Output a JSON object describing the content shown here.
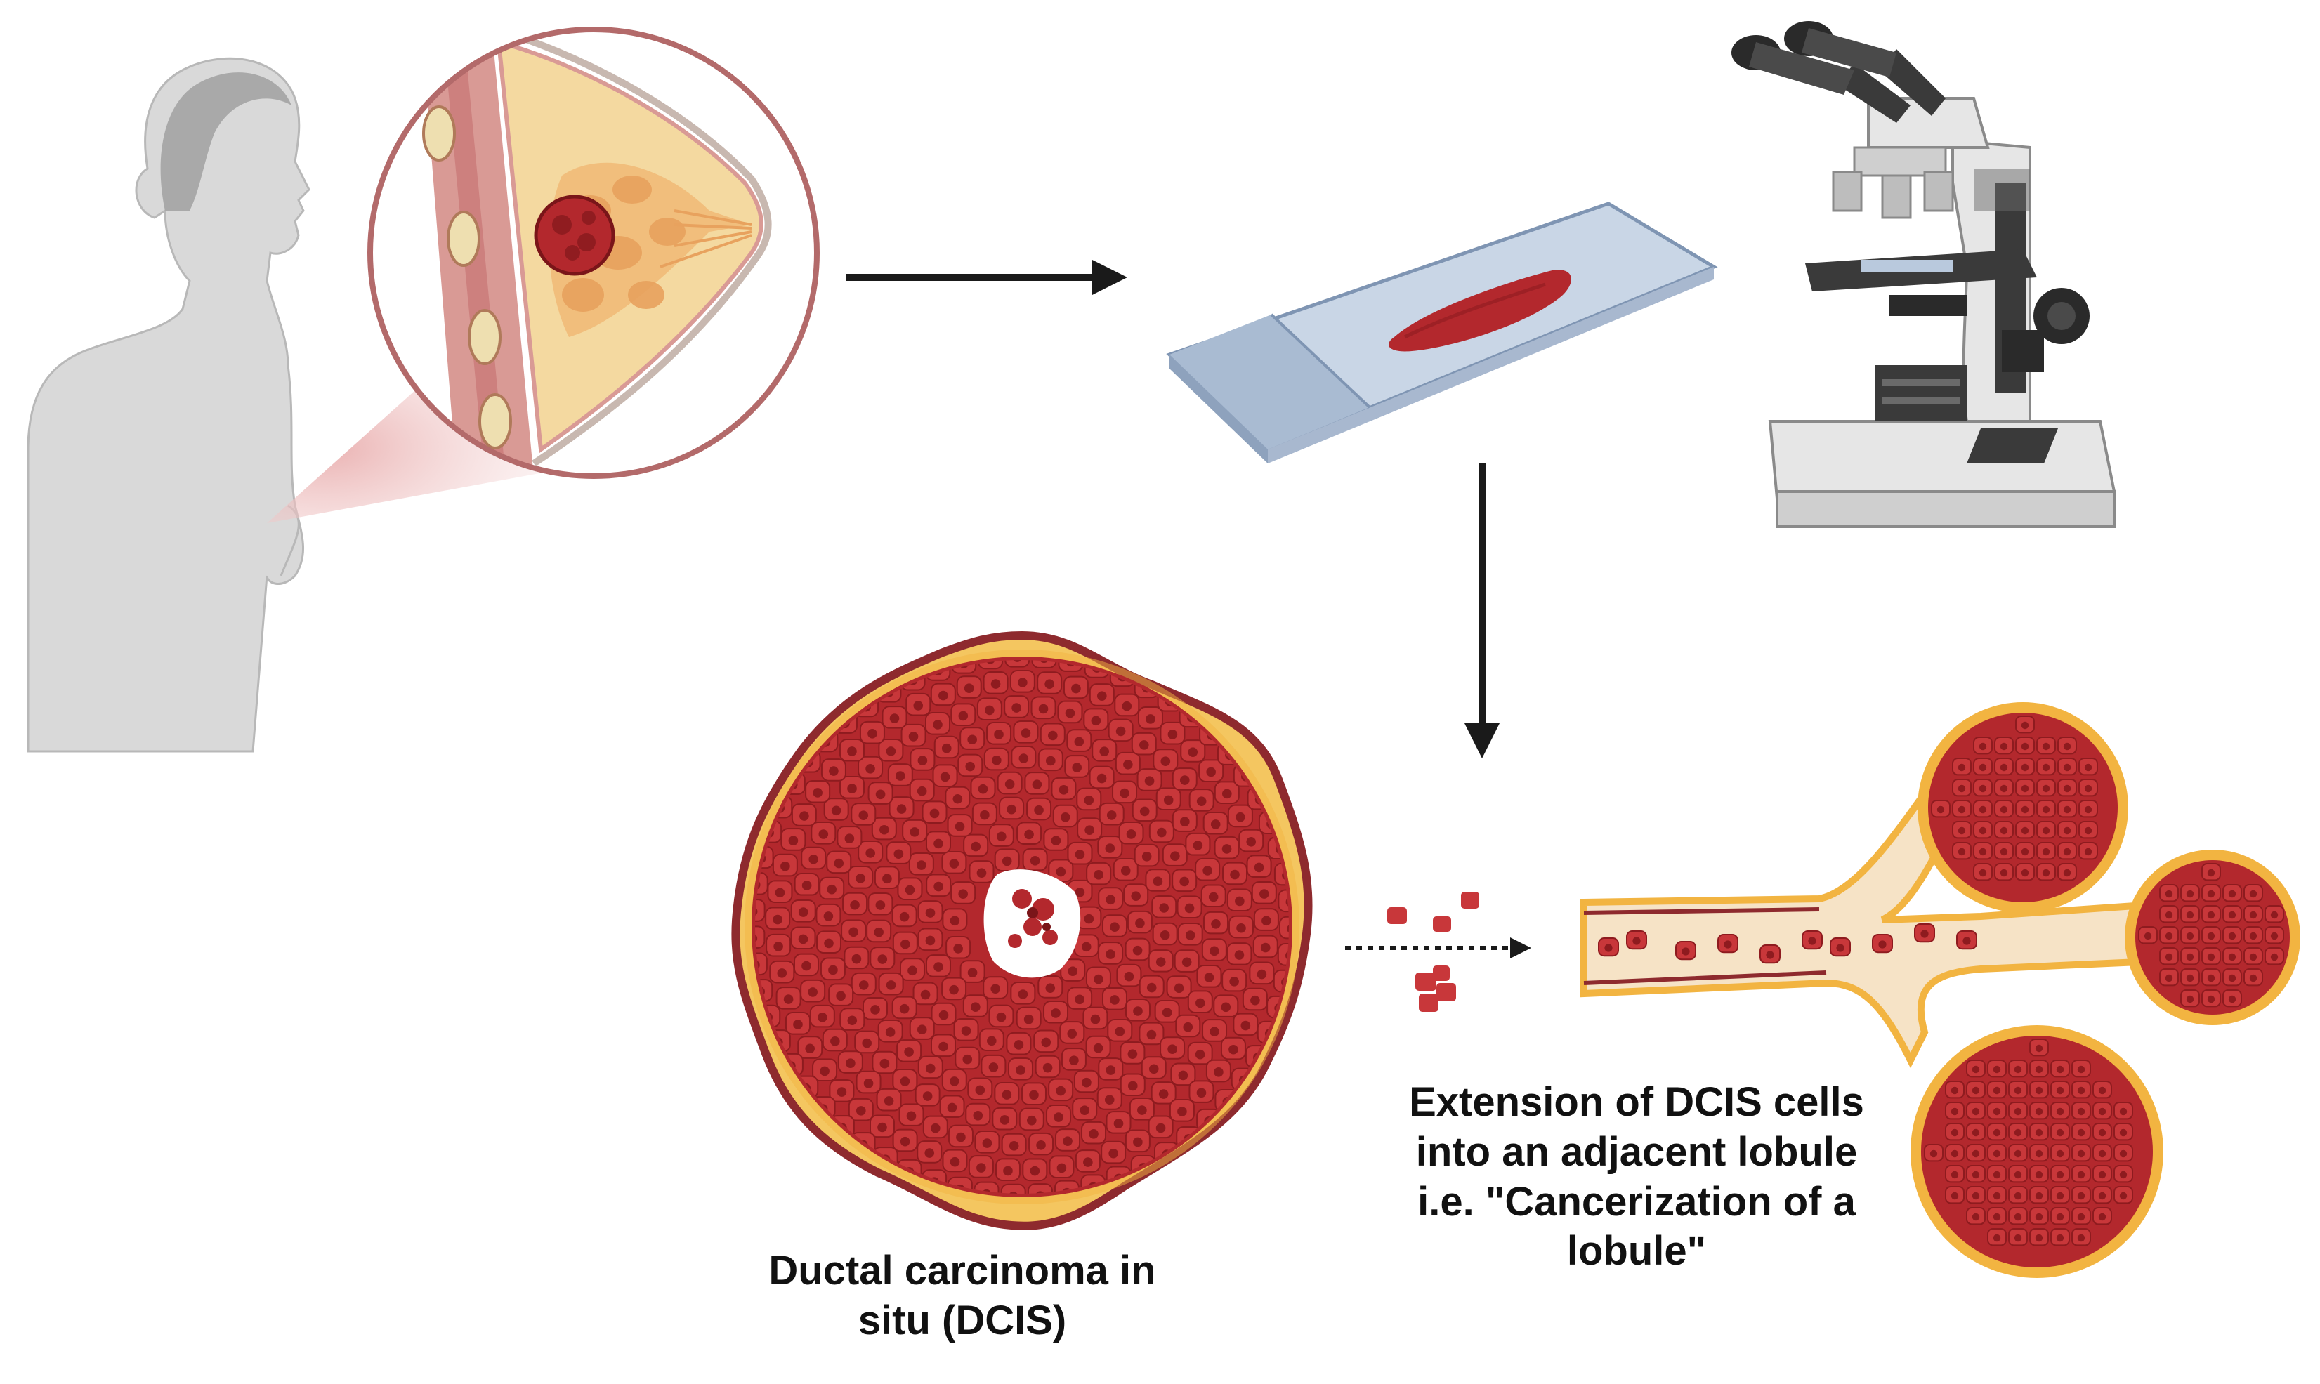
{
  "labels": {
    "dcis": [
      "Ductal carcinoma in",
      "situ (DCIS)"
    ],
    "extension": [
      "Extension of DCIS cells",
      "into an adjacent lobule",
      "i.e. \"Cancerization of a",
      "lobule\""
    ]
  },
  "colors": {
    "skin": "#d9d9d9",
    "skin_outline": "#b8b8b8",
    "tumor": "#b3282d",
    "tumor_dark": "#7a1519",
    "cell": "#c8373a",
    "nucleus": "#8e1b1f",
    "fat": "#f4d9a0",
    "gland": "#f0b976",
    "membrane": "#8e2a2e",
    "myo": "#f2b441",
    "arrow": "#1a1a1a",
    "glass": "#b9c9dd",
    "scope_light": "#e6e6e6",
    "scope_dark": "#3a3a3a"
  },
  "icons": [
    "woman-silhouette-icon",
    "breast-cross-section-icon",
    "glass-slide-icon",
    "microscope-icon",
    "dcis-duct-icon",
    "lobule-icon"
  ]
}
